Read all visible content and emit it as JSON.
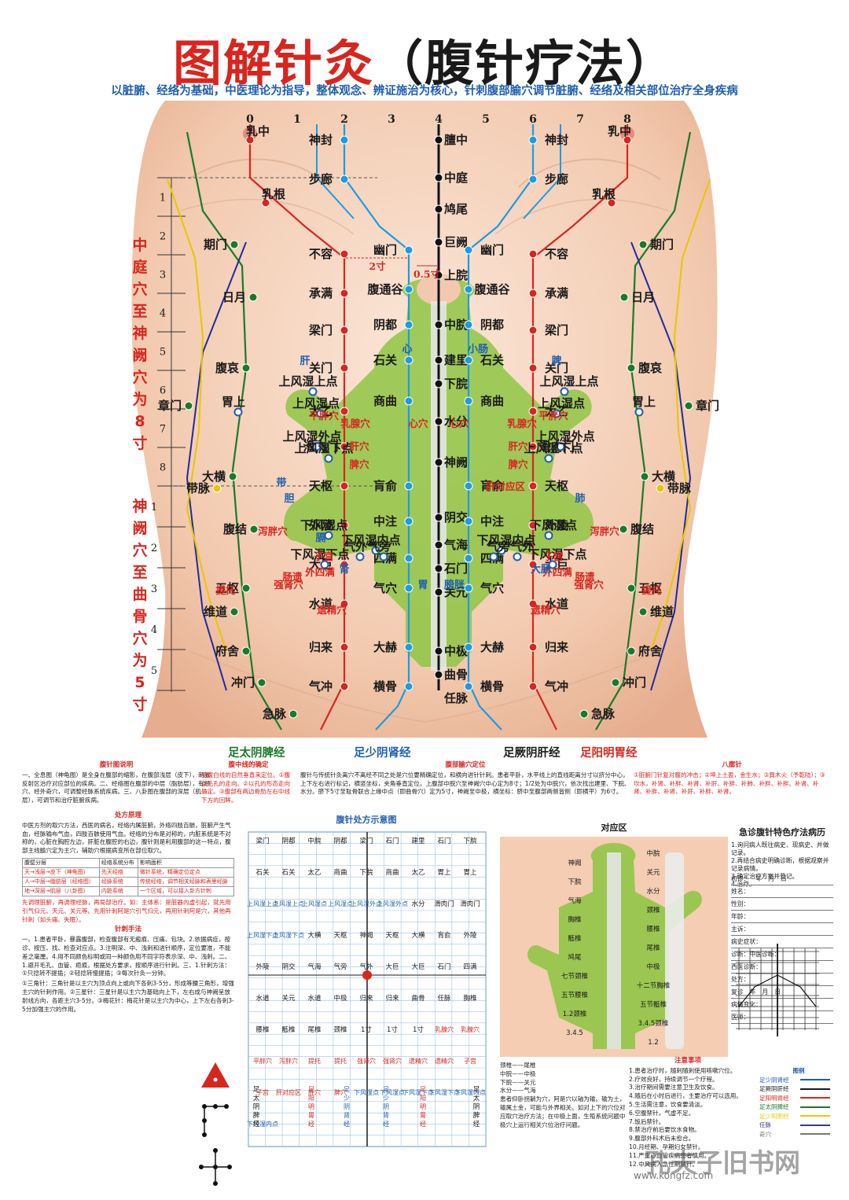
{
  "title": {
    "main": "图解针灸",
    "paren": "（腹针疗法）"
  },
  "subtitle": "以脏腑、经络为基础，中医理论为指导，整体观念、辨证施治为核心，针刺腹部腧穴调节脏腑、经络及相关部位治疗全身疾病",
  "columns": [
    "0",
    "1",
    "2",
    "3",
    "4",
    "5",
    "6",
    "7",
    "8"
  ],
  "ruler_upper": [
    "1",
    "2",
    "3",
    "4",
    "5",
    "6",
    "7",
    "8"
  ],
  "ruler_lower": [
    "1",
    "2",
    "3",
    "4",
    "5"
  ],
  "side_upper": "中庭穴至神阙穴为8寸",
  "side_lower": "神阙穴至曲骨穴为5寸",
  "dimensions": {
    "two_cun": "2寸",
    "half_cun": "0.5寸"
  },
  "points_center": [
    "膻中",
    "中庭",
    "鸠尾",
    "巨阙",
    "上脘",
    "中脘",
    "建里",
    "下脘",
    "水分",
    "神阙",
    "阴交",
    "气海",
    "石门",
    "关元",
    "中极",
    "曲骨",
    "任脉"
  ],
  "points_kidney": [
    "神封",
    "步廊",
    "幽门",
    "腹通谷",
    "阴都",
    "石关",
    "商曲",
    "肓俞",
    "中注",
    "四满",
    "气穴",
    "大赫",
    "横骨"
  ],
  "points_stomach": [
    "乳中",
    "乳根",
    "不容",
    "承满",
    "梁门",
    "关门",
    "太乙",
    "滑肉门",
    "天枢",
    "外陵",
    "大巨",
    "水道",
    "归来",
    "气冲"
  ],
  "points_spleen": [
    "期门",
    "日月",
    "腹哀",
    "章门",
    "大横",
    "带脉",
    "腹结",
    "五枢",
    "维道",
    "府舍",
    "冲门",
    "急脉"
  ],
  "points_special": [
    "上风湿上点",
    "上风湿点",
    "上风湿外点",
    "上风湿下点",
    "下风湿点",
    "下风湿下点",
    "下风湿内点",
    "气旁",
    "气外",
    "胃上",
    "平胖穴",
    "泻胖穴",
    "提托",
    "强肾穴",
    "遗精穴",
    "肠遗",
    "子宫",
    "外四满",
    "乳腺穴",
    "心穴",
    "肝穴",
    "脾穴"
  ],
  "zone_labels": [
    "心",
    "小肠",
    "肝",
    "脾",
    "胆",
    "肺",
    "大肠",
    "肾",
    "膀胱",
    "胃",
    "膈",
    "带",
    "3",
    "4",
    "5",
    "6",
    "7",
    "8"
  ],
  "zone_center": "肝对应区",
  "meridian_legend": [
    {
      "label": "足太阴脾经",
      "color": "#1a7a2a"
    },
    {
      "label": "足少阴肾经",
      "color": "#1f5fae"
    },
    {
      "label": "足厥阴肝经",
      "color": "#1a1a1a"
    },
    {
      "label": "足阳明胃经",
      "color": "#d8261f"
    }
  ],
  "panels": {
    "shuoming": {
      "title": "腹针图说明",
      "text": "一、全息图（神龟图）是全身在腹部的缩影，在腹部浅层（皮下），刺激反射区治疗对应部位的疾病。二、经络图在腹部的中层（脂肪层），有经穴、经外奇穴，可调整经脉系统疾病。三、八卦图在腹部的深层（肌层），可调节和治疗脏腑疾病。"
    },
    "zhongxian": {
      "title": "腹中线的确定",
      "text": "随腹白线的自然垂直来定位。①腹部毛孔的走向。②以孔的形态走向确定。③腹部有两边骨肋左右中线下方的回眸。"
    },
    "dingwei": {
      "title": "腹部腧穴定位",
      "text": "腹针与传统针灸离穴不离经不同之处是穴位要精确定位，和横向进针针刺。患者平卧，水平线上的直线距离分寸以挤分中心，上下左右进行标记，横竖坐标，夹角垂直定位。上腹部中脘穴至神阙穴中心定为8寸；1/2处为中脘穴，依次找出建里、下脘、水分。脐下5寸至耻骨联合上缘中点（即曲骨穴）定为5寸，神阙至中极，横坐标：脐中至腹部两侧皆侧（即横平）为6寸。"
    },
    "bagua": {
      "title": "八廓针",
      "text": "①脏腑门针复对腹的冲击；②坤上土盈，金生水；③巽木火（予乾陆）；③坎水，补肾、补胖、补肾、补肝、补胖、补肺、补胖、补胖、补肾、补肾、补胖、补肾、补肝、补胖、补肾。"
    },
    "chufang": {
      "title": "处方原理",
      "text": "中医方剂的取穴方法，西医的病名，经络内属脏腑，外络四肢百骸，脏腑产生气血，经脉输布气血，四肢百骸使用气血。经络的分布是对称的，内脏系统是不对称的，心脏在胸腔左边，肝脏在腹腔的右边，腹针则是利用腹部的这一特点，腹部主线腧穴定为主穴，辅助穴根据病变所在部位取穴。"
    },
    "zhenci": {
      "title": "针刺手法",
      "text": "一、1.患者平卧，暴露腹部，检查腹部有无瘢痕、压痛、包块。2.依据病症，按诊、按压、找、检查对应点。3.注明深、中、浅刺和进针顺序，定位要准，不能差之毫厘。4.用不同颜色标明或同一种颜色用不同字符表示深、中、浅刺。二、1.避开毛孔、血管、疤痕，根据处方要求，按顺序进行针刺。三、1.针刺方法：①只捻转不提插；②轻捻转慢提插；③每次针灸一分钟。"
    },
    "table_rows": [
      [
        "腹壁分层",
        "经络系统分布",
        "影响面积"
      ],
      [
        "天→浅层→皮下（神龟图）",
        "先天经络",
        "微针系统，精确定位定点"
      ],
      [
        "人→中层→脂肪层（经络图）",
        "经脉系统",
        "传统经络，调节相关经脉和表里经脉"
      ],
      [
        "地→深层→肌层（八卦图）",
        "内脏系统",
        "一个区域，可以接入卦方针刺"
      ]
    ],
    "xiantiao": {
      "text": "先调理脏腑，再调理经脉，再局部治疗。如：主体系：是脏器内虚引起，就先用引气归元、天元、关元等。先用针刺阿是穴引气归元，再用针刺阿是穴，其他再针刺（如头痛、失眠）。"
    },
    "sanjiao": {
      "text": "①三角针：三角针是以主穴为顶点向上或向下各刺3-5分，形成等腰三角形，增强主穴的针刺作用。②三星针：三星针是以主穴为基础向上下，左右成与神阙呈放射线方向，各距主穴3-5分。③梅花针：梅花针是以主穴为中心，上下左右各刺3-5分加强主穴的作用。"
    }
  },
  "diagram": {
    "title": "腹针处方示意图",
    "labels": [
      "梁门",
      "阴都",
      "中脘",
      "阴都",
      "梁门",
      "石门",
      "建里",
      "石门",
      "下脘",
      "石关",
      "石关",
      "太乙",
      "商曲",
      "下脘",
      "商曲",
      "太乙",
      "胃上",
      "胃上",
      "上风湿上点",
      "上风湿上点",
      "上风湿点",
      "上风湿点",
      "上风湿外点",
      "上风湿外点",
      "水分",
      "滑肉门",
      "滑肉门",
      "上风湿下点",
      "上风湿下点",
      "大横",
      "天枢",
      "神阙",
      "天枢",
      "大横",
      "肓俞",
      "外陵",
      "外陵",
      "阴交",
      "气海",
      "气旁",
      "气外",
      "大巨",
      "大巨",
      "石门",
      "四满",
      "水道",
      "关元",
      "水道",
      "中极",
      "归来",
      "归来",
      "曲骨",
      "任脉",
      "胸椎",
      "腰椎",
      "骶椎",
      "尾椎",
      "颈椎",
      "1寸",
      "1寸",
      "1寸",
      "乳腺穴",
      "乳腺穴",
      "平胖穴",
      "泻胖穴",
      "提托",
      "提托",
      "强肾穴",
      "强肾穴",
      "遗精穴",
      "遗精穴",
      "子宫",
      "子宫",
      "肝对应区",
      "肝穴",
      "脾穴",
      "下风湿点",
      "下风湿点",
      "下风湿下点",
      "下风湿下点",
      "下风湿内点",
      "下风湿内点"
    ],
    "foot_labels": [
      "足太阴脾经",
      "足阳明胃经",
      "足少阴肾经",
      "足少阴肾经",
      "足阳明胃经",
      "足太阴脾经"
    ]
  },
  "duiying": {
    "title": "对应区",
    "labels": [
      "中脘",
      "神阙",
      "关元",
      "下脘",
      "水分",
      "气海",
      "颈椎",
      "胸椎",
      "腰椎",
      "骶椎",
      "尾椎",
      "鸠尾",
      "中极",
      "七节颈椎",
      "十二节胸椎",
      "五节腰椎",
      "五节骶椎",
      "1.2颈椎",
      "3.4.5颈椎",
      "3.4.5",
      "1.2"
    ]
  },
  "duiying_legend": {
    "items": [
      "颈椎——尾椎",
      "中脘——中极",
      "下脘——关元",
      "水分——气海"
    ],
    "text": "患者仰卧拐躺为穴，阿是穴以轴为输。输为土，输属土金，可能与外界相关。如对上下的穴位对应取穴治疗方法；在中极上面，生殖系统问题中极穴上运行相关穴位治疗问题。"
  },
  "record": {
    "title": "急诊腹针特色疗法病历",
    "items": [
      "1.询问病人既往病史、现病史、并做记录。",
      "2.再结合病史明确诊断，根据观察并记录病情。",
      "3.确定治疗方案并登记。",
      "4.治疗。"
    ],
    "fields": [
      "初诊：",
      "年",
      "月",
      "日",
      "姓名：",
      "性别：",
      "年龄：",
      "主诉：",
      "病史症状：",
      "诊断：中医诊断：",
      "西医诊断：",
      "处方：",
      "复诊",
      "年",
      "月",
      "日",
      "病情变化：",
      "医师："
    ],
    "notes_title": "注意事项",
    "notes": [
      "1.患者治疗时，随刺随刺使用咳嗽穴位。",
      "2.疗效良好，持续调节一个疗程。",
      "3.治疗期间需要注意卫生及饮食。",
      "4.随后在小时后进行，主要治疗可以选用。",
      "5.生活需注意，饮食要清淡。",
      "6.空腹禁针，气虚不足。",
      "7.饭后禁针。",
      "8.禁治疗前后要饮水食物。",
      "9.腹部外科术后未愈合。",
      "10.月经期、孕期妇女禁针。",
      "11.严重心血管疾病患者慎用。",
      "12.中风病人急性期禁针。"
    ],
    "legend_title": "图例",
    "legend": [
      {
        "label": "足少阴肾经",
        "color": "#1f5fae"
      },
      {
        "label": "足厥阴肝经",
        "color": "#1a1a1a"
      },
      {
        "label": "足阳明胃经",
        "color": "#d8261f"
      },
      {
        "label": "足太阴脾经",
        "color": "#1a7a2a"
      },
      {
        "label": "足少阳胆经",
        "color": "#e8c700"
      },
      {
        "label": "任脉",
        "color": "#3a3a8a"
      },
      {
        "label": "奇穴",
        "color": "#777777"
      }
    ]
  },
  "watermark": {
    "cn": "孔夫子旧书网",
    "url": "www.kongfz.com"
  }
}
